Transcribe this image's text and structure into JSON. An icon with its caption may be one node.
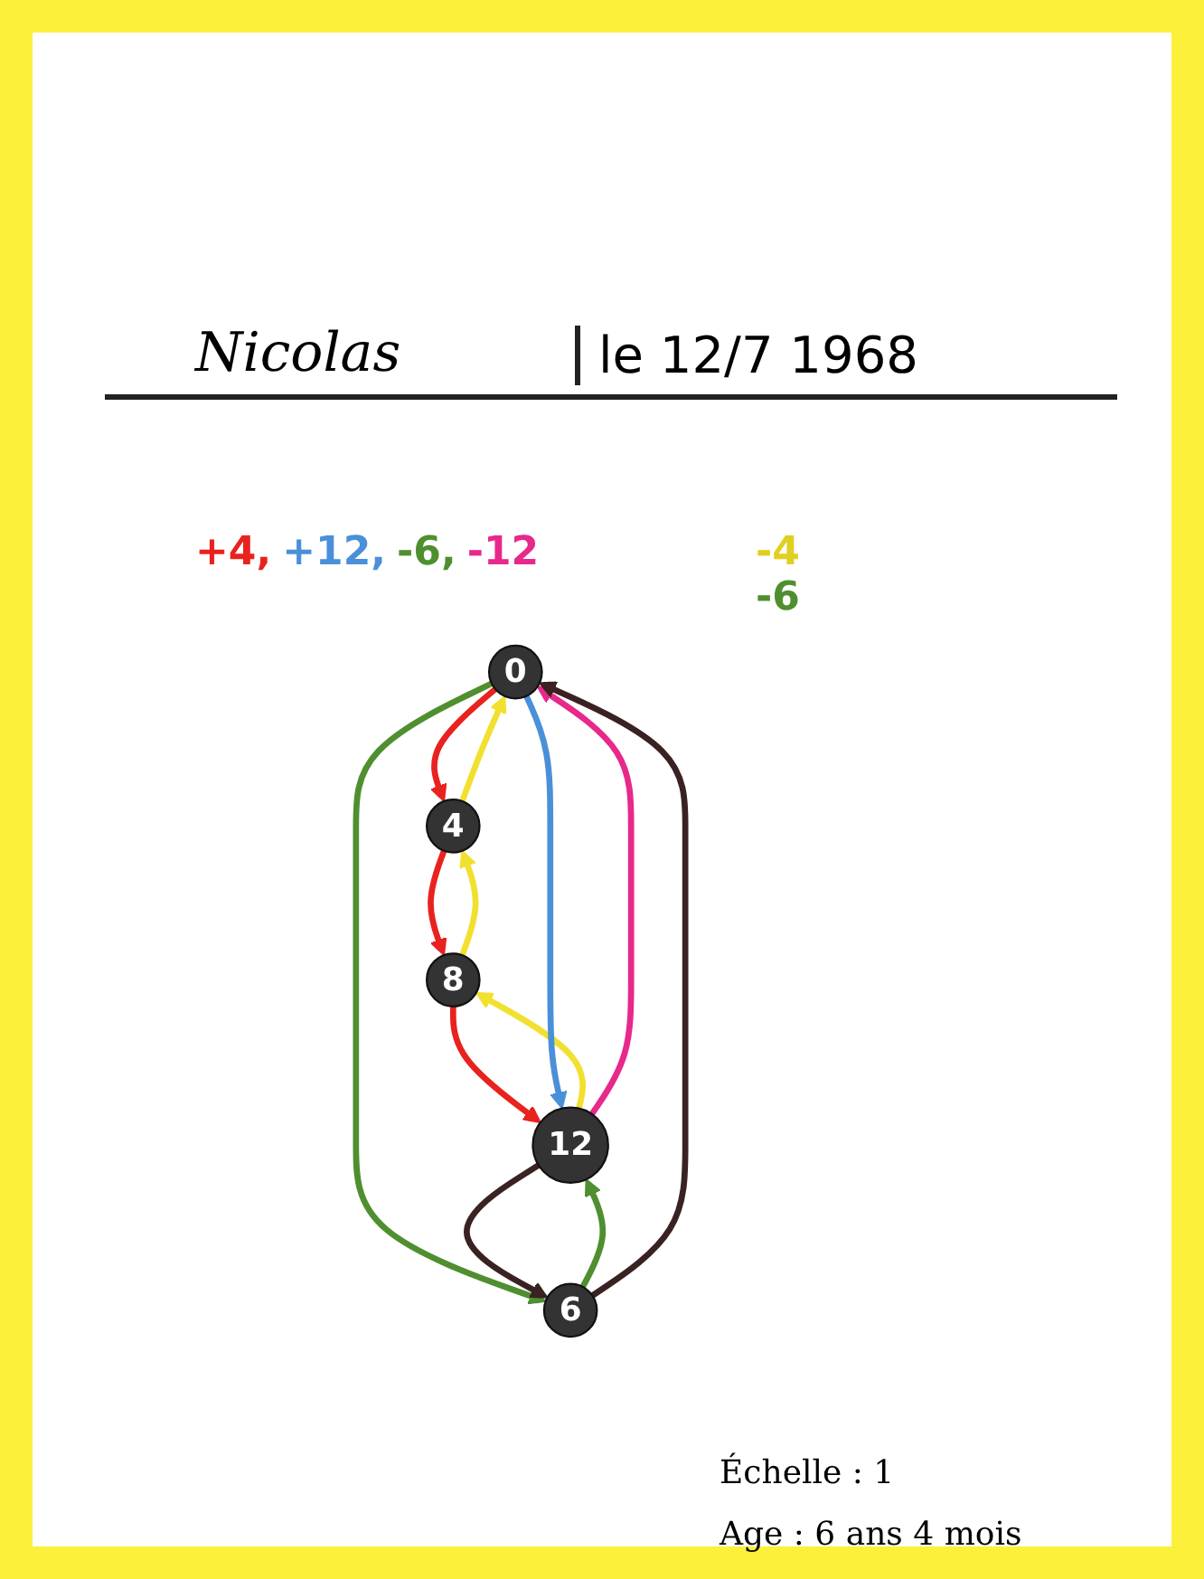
{
  "diagram": {
    "title": "Nicolas",
    "nodes": [
      {
        "text": [
          "0"
        ]
      },
      {
        "text": [
          "4"
        ]
      },
      {
        "text": [
          "8"
        ]
      },
      {
        "text": [
          "12"
        ]
      },
      {
        "text": [
          "6"
        ]
      }
    ],
    "edges": [
      {
        "from": 0,
        "to": 1,
        "arrow": "to",
        "color": "#e8231f"
      },
      {
        "from": 1,
        "to": 2,
        "arrow": "to",
        "color": "#e8231f"
      },
      {
        "from": 2,
        "to": 3,
        "arrow": "to",
        "color": "#e8231f"
      },
      {
        "from": 2,
        "to": 1,
        "arrow": "to",
        "color": "#f2e030"
      },
      {
        "from": 1,
        "to": 0,
        "arrow": "to",
        "color": "#f2e030"
      },
      {
        "from": 3,
        "to": 2,
        "arrow": "to",
        "color": "#f2e030"
      },
      {
        "from": 0,
        "to": 3,
        "arrow": "to",
        "color": "#4a90d9"
      },
      {
        "from": 3,
        "to": 0,
        "arrow": "to",
        "color": "#e8288a"
      },
      {
        "from": 0,
        "to": 4,
        "arrow": "to",
        "color": "#4f8f2f"
      },
      {
        "from": 4,
        "to": 3,
        "arrow": "to",
        "color": "#4f8f2f"
      },
      {
        "from": 4,
        "to": 0,
        "arrow": "to",
        "color": "#3a2222"
      },
      {
        "from": 3,
        "to": 4,
        "arrow": "to",
        "color": "#3a2222"
      }
    ],
    "labels": [
      "le 12/7 1968",
      "+4,",
      "+12,",
      "-6,",
      "-12",
      "-4",
      "-6",
      "Échelle : 1",
      "Age : 6 ans 4 mois"
    ]
  }
}
